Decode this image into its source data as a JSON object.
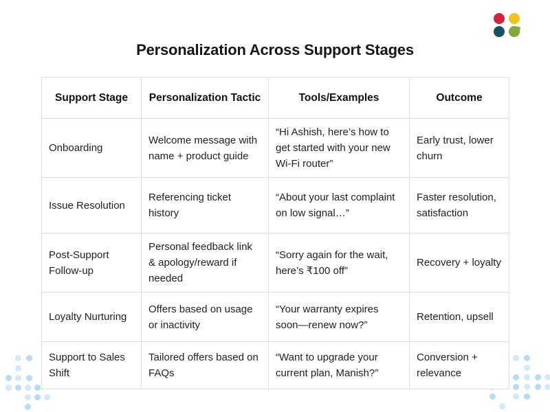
{
  "page": {
    "title": "Personalization Across Support Stages"
  },
  "logo": {
    "dot_colors": {
      "red": "#d2223e",
      "yellow": "#f0c41f",
      "teal": "#175263",
      "green": "#83a83b"
    }
  },
  "table": {
    "headers": [
      "Support Stage",
      "Personalization Tactic",
      "Tools/Examples",
      "Outcome"
    ],
    "rows": [
      [
        "Onboarding",
        "Welcome message with name + product guide",
        "“Hi Ashish, here’s how to get started with your new Wi-Fi router”",
        "Early trust, lower churn"
      ],
      [
        "Issue Resolution",
        "Referencing ticket history",
        "“About your last complaint on low signal…”",
        "Faster resolution, satisfaction"
      ],
      [
        "Post-Support Follow-up",
        "Personal feedback link & apology/reward if needed",
        "“Sorry again for the wait, here’s ₹100 off”",
        "Recovery + loyalty"
      ],
      [
        "Loyalty Nurturing",
        "Offers based on usage or inactivity",
        "“Your warranty expires soon—renew now?”",
        "Retention, upsell"
      ],
      [
        "Support to Sales Shift",
        "Tailored offers based on FAQs",
        "“Want to upgrade your current plan, Manish?”",
        "Conversion + relevance"
      ]
    ]
  },
  "colors": {
    "border": "#e0e0e0",
    "text": "#202124",
    "title": "#161616",
    "decor_dot_light": "#d2e9f9",
    "decor_dot_mid": "#b6dcf4"
  }
}
